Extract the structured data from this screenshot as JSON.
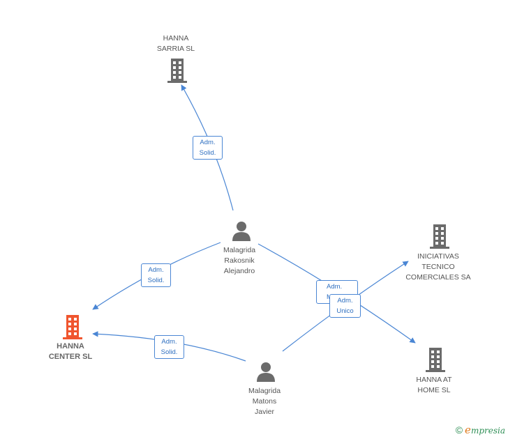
{
  "nodes": {
    "hanna_sarria": {
      "label": "HANNA\nSARRIA SL",
      "type": "company"
    },
    "hanna_center": {
      "label": "HANNA\nCENTER SL",
      "type": "company-focus"
    },
    "iniciativas": {
      "label": "INICIATIVAS\nTECNICO\nCOMERCIALES SA",
      "type": "company"
    },
    "hanna_at_home": {
      "label": "HANNA AT\nHOME SL",
      "type": "company"
    },
    "malagrida_rakosnik": {
      "label": "Malagrida\nRakosnik\nAlejandro",
      "type": "person"
    },
    "malagrida_matons": {
      "label": "Malagrida\nMatons\nJavier",
      "type": "person"
    }
  },
  "edges": {
    "rakosnik_to_sarria": "Adm.\nSolid.",
    "rakosnik_to_center": "Adm.\nSolid.",
    "matons_to_center": "Adm.\nSolid.",
    "rakosnik_to_iniciativas": "Adm.\nMa...",
    "matons_to_home": "Adm.\nUnico"
  },
  "footer": {
    "copyright": "©",
    "brand_initial": "e",
    "brand_rest": "mpresia"
  },
  "colors": {
    "edge": "#4a86d4",
    "company_icon": "#6b6b6b",
    "focus_icon": "#f0552e",
    "person_icon": "#6b6b6b"
  }
}
